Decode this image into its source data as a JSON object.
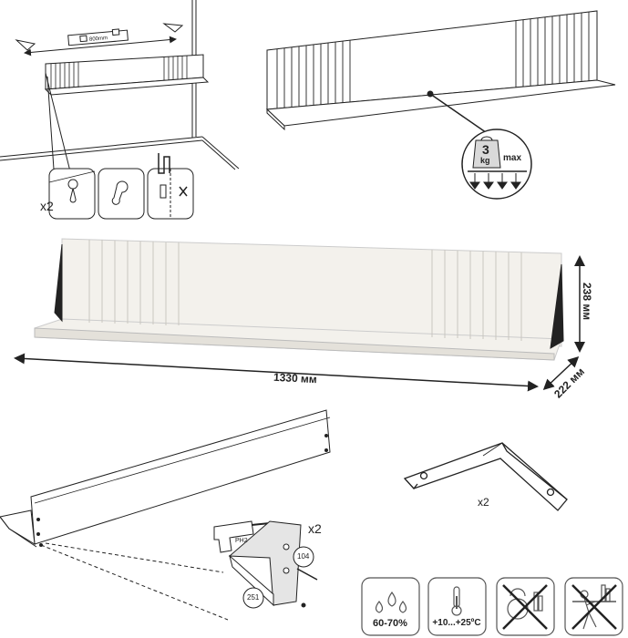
{
  "panel_wall": {
    "spacing_label": "800mm",
    "qty_label": "x2"
  },
  "panel_load": {
    "load_value": "3",
    "load_unit": "kg",
    "load_max": "max"
  },
  "panel_dimensions": {
    "width": "1330 мм",
    "height": "238 мм",
    "depth": "222 мм"
  },
  "panel_bracket": {
    "qty_label": "x2"
  },
  "panel_assembly": {
    "qty_label": "x2",
    "tool_label": "PH2",
    "part_104": "104",
    "part_251": "251"
  },
  "badges": {
    "humidity": "60-70%",
    "temperature": "+10...+25ºC"
  },
  "colors": {
    "line": "#222222",
    "shelf_fill": "#f3f1ec",
    "badge_border": "#555555"
  }
}
